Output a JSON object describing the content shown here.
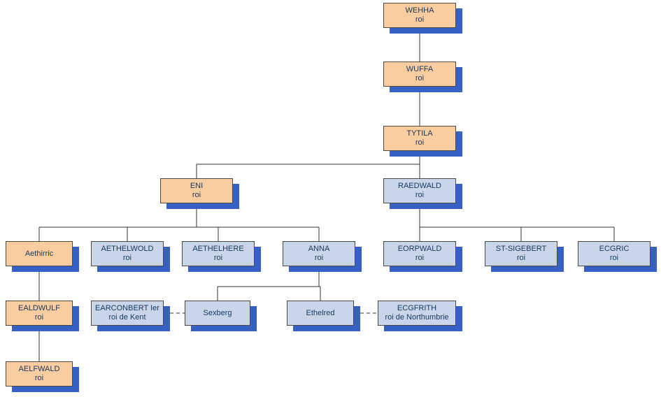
{
  "diagram": {
    "type": "family-tree-org-chart",
    "subject": "Wuffingas dynasty (rois d'Est-Anglie)"
  },
  "colors": {
    "royal_fill": "#FACDA0",
    "noble_fill": "#C9D6E9",
    "shadow": "#3660C4",
    "border": "#4A4A42",
    "text": "#17375E",
    "line": "#333333"
  },
  "nodes": {
    "wehha": {
      "name": "WEHHA",
      "title": "roi"
    },
    "wuffa": {
      "name": "WUFFA",
      "title": "roi"
    },
    "tytila": {
      "name": "TYTILA",
      "title": "roi"
    },
    "eni": {
      "name": "ENI",
      "title": "roi"
    },
    "raedwald": {
      "name": "RAEDWALD",
      "title": "roi"
    },
    "aethirric": {
      "name": "Aethirric",
      "title": ""
    },
    "aethelwold": {
      "name": "AETHELWOLD",
      "title": "roi"
    },
    "aethelhere": {
      "name": "AETHELHERE",
      "title": "roi"
    },
    "anna": {
      "name": "ANNA",
      "title": "roi"
    },
    "eorpwald": {
      "name": "EORPWALD",
      "title": "roi"
    },
    "sigebert": {
      "name": "ST-SIGEBERT",
      "title": "roi"
    },
    "ecgric": {
      "name": "ECGRIC",
      "title": "roi"
    },
    "ealdwulf": {
      "name": "EALDWULF",
      "title": "roi"
    },
    "earconbert": {
      "name": "EARCONBERT Ier",
      "title": "roi de Kent"
    },
    "sexberg": {
      "name": "Sexberg",
      "title": ""
    },
    "ethelred": {
      "name": "Ethelred",
      "title": ""
    },
    "ecgfrith": {
      "name": "ECGFRITH",
      "title": "roi de Northumbrie"
    },
    "aelfwald": {
      "name": "AELFWALD",
      "title": "roi"
    }
  },
  "relations": {
    "lineage": [
      "WEHHA > WUFFA",
      "WUFFA > TYTILA",
      "TYTILA > ENI",
      "TYTILA > RAEDWALD",
      "ENI > Aethirric",
      "ENI > AETHELWOLD",
      "ENI > AETHELHERE",
      "ENI > ANNA",
      "RAEDWALD > EORPWALD",
      "RAEDWALD > ST-SIGEBERT",
      "RAEDWALD > ECGRIC",
      "Aethirric > EALDWULF",
      "EALDWULF > AELFWALD",
      "ANNA > Sexberg",
      "ANNA > Ethelred"
    ],
    "marriages": [
      "EARCONBERT Ier — Sexberg",
      "Ethelred — ECGFRITH"
    ]
  }
}
